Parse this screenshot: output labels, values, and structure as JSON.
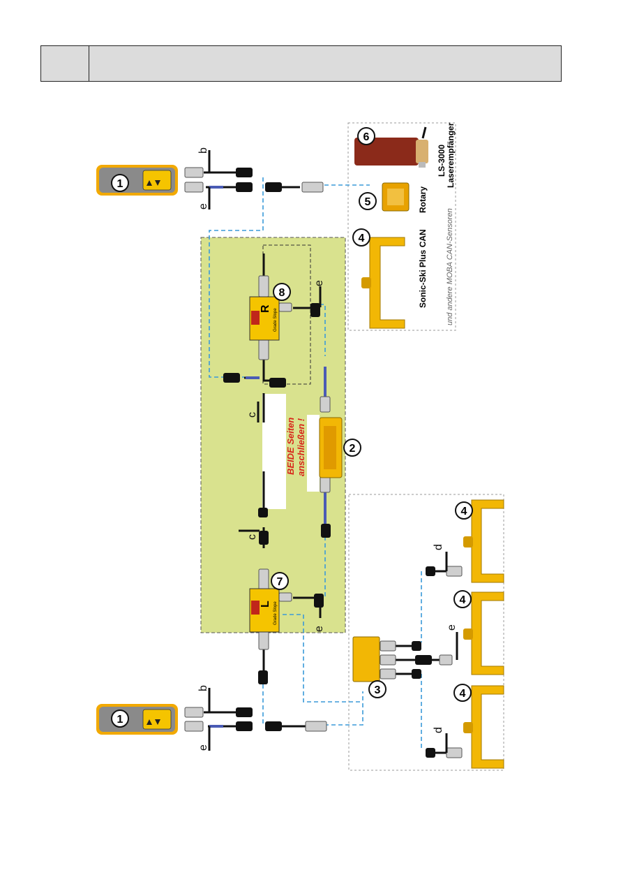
{
  "header": {
    "left_cell": "",
    "right_cell": ""
  },
  "labels": {
    "b": "b",
    "c": "c",
    "d": "d",
    "e": "e",
    "beide_line1": "BEIDE Seiten",
    "beide_line2": "anschließen !",
    "sonic_ski": "Sonic-Ski Plus CAN",
    "rotary": "Rotary",
    "ls3000_line1": "LS-3000",
    "ls3000_line2": "Laserempfänger",
    "other_sensors": "und andere MOBA CAN-Sensoren",
    "box_r_letter": "R",
    "box_l_letter": "L",
    "box_ports": "Grade  Slope"
  },
  "callouts": [
    "1",
    "1",
    "2",
    "3",
    "4",
    "4",
    "4",
    "4",
    "5",
    "6",
    "7",
    "8"
  ],
  "colors": {
    "panel_green": "#d9e28e",
    "yellow": "#f5c400",
    "sensor_yellow": "#f2b705",
    "dashed_blue": "#3a9ad9",
    "cable_black": "#111111",
    "cable_blue": "#4a5bb5",
    "remote_grey": "#8a8a8a",
    "laser_red": "#8b2a1a"
  }
}
